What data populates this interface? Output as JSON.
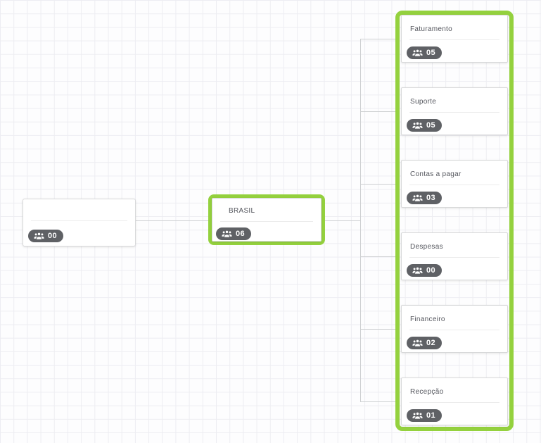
{
  "chart": {
    "type": "org-chart",
    "nodes": {
      "root": {
        "title": "",
        "member_count": "00"
      },
      "brasil": {
        "title": "BRASIL",
        "member_count": "06",
        "highlighted": true
      },
      "children": [
        {
          "title": "Faturamento",
          "member_count": "05"
        },
        {
          "title": "Suporte",
          "member_count": "05"
        },
        {
          "title": "Contas a pagar",
          "member_count": "03"
        },
        {
          "title": "Despesas",
          "member_count": "00"
        },
        {
          "title": "Financeiro",
          "member_count": "02"
        },
        {
          "title": "Recepção",
          "member_count": "01"
        }
      ]
    }
  },
  "colors": {
    "highlight_green": "#94d13e",
    "badge_background": "#5f6165",
    "connector": "#cdcfd1",
    "title_text": "#54565d"
  },
  "icons": {
    "member_badge": "users-group-icon"
  }
}
